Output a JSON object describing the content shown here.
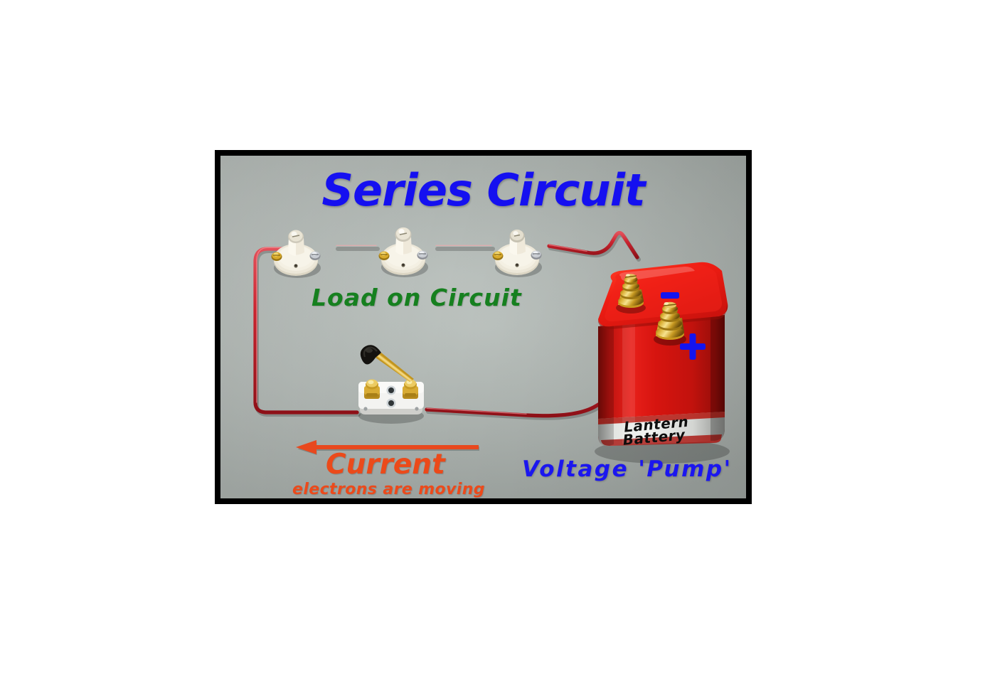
{
  "image": {
    "kind": "photograph-diagram",
    "frame_border_color": "#000000",
    "background_color": "#b4bbb7",
    "page_background": "#ffffff"
  },
  "title": {
    "text": "Series Circuit",
    "color": "#1510f0"
  },
  "labels": {
    "load": {
      "text": "Load on Circuit",
      "color": "#16801f"
    },
    "current": {
      "text": "Current",
      "color": "#eb4a1a"
    },
    "electrons": {
      "text": "electrons are moving",
      "color": "#ec4a1b"
    },
    "voltage_pump": {
      "text": "Voltage 'Pump'",
      "color": "#1b16ef"
    }
  },
  "arrow": {
    "name": "current-direction-arrow",
    "direction": "left",
    "color": "#e8481e"
  },
  "battery": {
    "name": "lantern-battery",
    "body_color": "#d8160f",
    "top_color": "#ef2015",
    "band_color": "#d4d6d3",
    "brand_line_1": "Lantern",
    "brand_line_2": "Battery",
    "brand_text_color": "#111111",
    "terminals": [
      {
        "name": "negative-terminal",
        "symbol": "–",
        "symbol_color": "#1414ee",
        "polarity": "negative"
      },
      {
        "name": "positive-terminal",
        "symbol": "+",
        "symbol_color": "#1414ee",
        "polarity": "positive"
      }
    ]
  },
  "components": {
    "lamp_sockets": [
      {
        "name": "lamp-socket-1",
        "body_color": "#e9e4d5"
      },
      {
        "name": "lamp-socket-2",
        "body_color": "#e9e4d5"
      },
      {
        "name": "lamp-socket-3",
        "body_color": "#e9e4d5"
      }
    ],
    "knife_switch": {
      "name": "knife-switch",
      "base_color": "#f2f2f0",
      "handle_color": "#15130f",
      "blade_color": "#c59a2e",
      "state": "open"
    },
    "wire": {
      "name": "circuit-wire",
      "color": "#c0232e"
    }
  }
}
